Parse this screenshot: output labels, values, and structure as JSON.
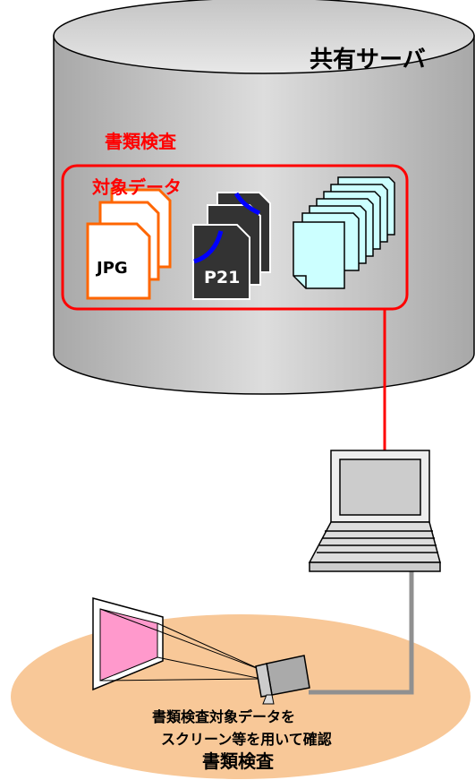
{
  "server": {
    "title": "共有サーバ"
  },
  "inspection_area": {
    "title": "書類検査",
    "target_label": "対象データ"
  },
  "files": {
    "jpg_label": "JPG",
    "p21_label": "P21"
  },
  "screen_area": {
    "line1": "書類検査対象データを",
    "line2": "スクリーン等を用いて確認",
    "title": "書類検査"
  },
  "colors": {
    "accent_red": "#ff0000",
    "jpg_orange": "#ff6600",
    "p21_dark": "#333333",
    "p21_blue": "#0000ff",
    "doc_cyan": "#ccffff",
    "floor_peach": "#f8c898",
    "screen_pink": "#ff99cc",
    "server_gray": "#d4d4d4"
  }
}
